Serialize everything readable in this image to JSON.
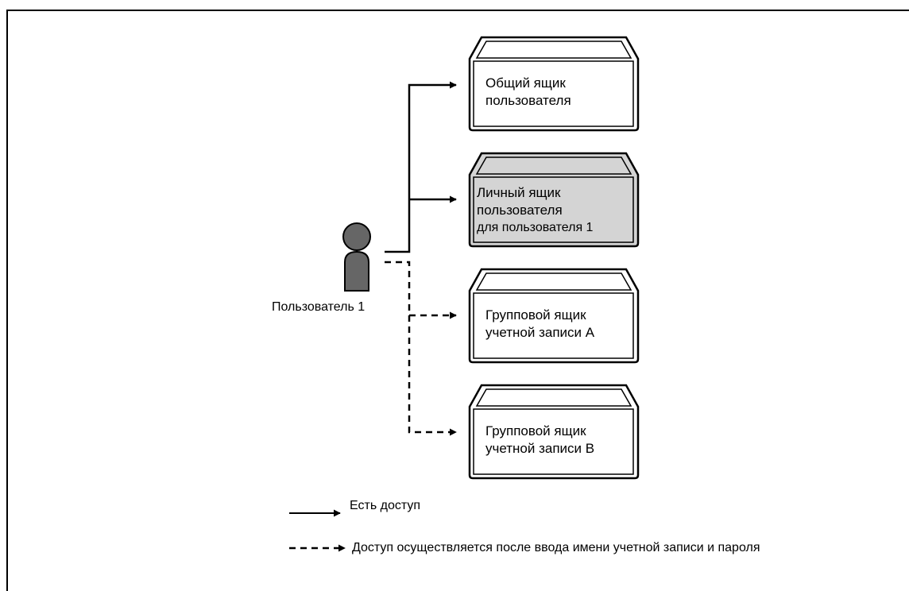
{
  "user": {
    "label": "Пользователь 1"
  },
  "boxes": [
    {
      "line1": "Общий ящик",
      "line2": "пользователя",
      "line3": "",
      "fill": "#ffffff"
    },
    {
      "line1": "Личный ящик",
      "line2": "пользователя",
      "line3": "для пользователя 1",
      "fill": "#d4d4d4"
    },
    {
      "line1": "Групповой ящик",
      "line2": "учетной записи A",
      "line3": "",
      "fill": "#ffffff"
    },
    {
      "line1": "Групповой ящик",
      "line2": "учетной записи B",
      "line3": "",
      "fill": "#ffffff"
    }
  ],
  "legend": {
    "solid": "Есть доступ",
    "dashed": "Доступ осуществляется после ввода имени учетной записи и пароля"
  },
  "colors": {
    "person": "#666666",
    "line": "#000000"
  }
}
